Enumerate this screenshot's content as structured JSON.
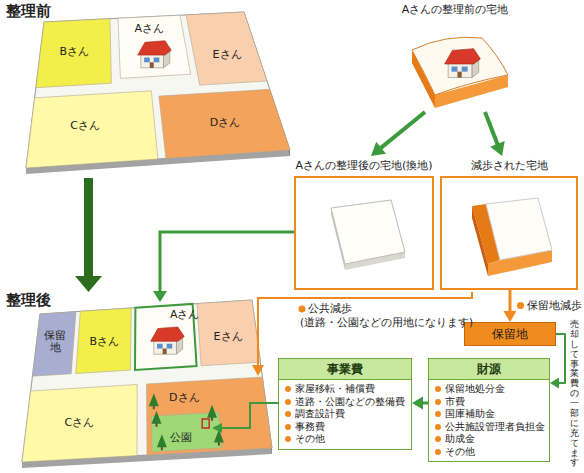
{
  "diagram": {
    "nodes": [
      {
        "text": [
          "Aさんの整理前の宅地"
        ]
      },
      {
        "text": [
          "Aさんの整理後の宅地(換地)"
        ]
      },
      {
        "text": [
          "減歩された宅地"
        ]
      },
      {
        "text": [
          "保留地"
        ]
      },
      {
        "text": [
          "事業費",
          "家屋移転・補償費",
          "道路・公園などの整備費",
          "調査設計費",
          "事務費",
          "その他"
        ]
      },
      {
        "text": [
          "財源",
          "保留地処分金",
          "市費",
          "国庫補助金",
          "公共施設管理者負担金",
          "助成金",
          "その他"
        ]
      }
    ],
    "edges": [
      {
        "from": 0,
        "to": 1,
        "arrow": "to"
      },
      {
        "from": 0,
        "to": 2,
        "arrow": "to"
      },
      {
        "from": 2,
        "to": 3,
        "arrow": "to",
        "label": "保留地減歩"
      },
      {
        "from": 3,
        "to": 5,
        "arrow": "to",
        "label": "売却して事業費の一部に充てます"
      },
      {
        "from": 5,
        "to": 4,
        "arrow": "to"
      }
    ],
    "labels": [
      "整理前",
      "Aさん",
      "Bさん",
      "Cさん",
      "Dさん",
      "Eさん",
      "整理後",
      "保留地",
      "Aさん",
      "Bさん",
      "Cさん",
      "Dさん",
      "Eさん",
      "公園",
      "公共減歩",
      "(道路・公園などの用地になります)"
    ]
  }
}
